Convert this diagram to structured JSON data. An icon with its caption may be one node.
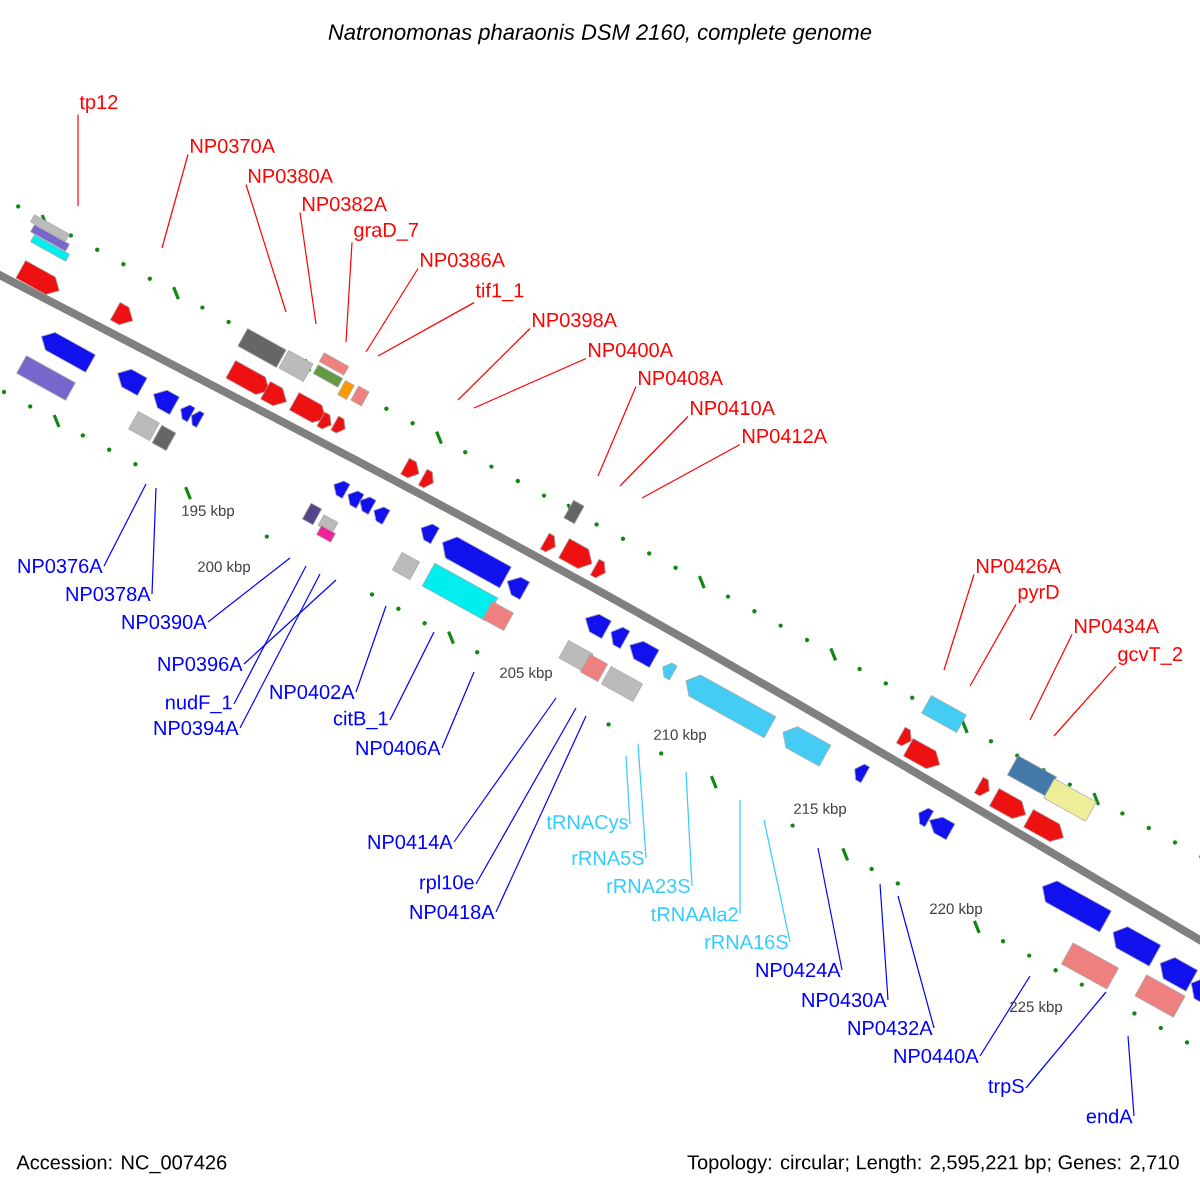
{
  "diagram": {
    "title": "Natronomonas pharaonis DSM 2160, complete genome",
    "nodes": [
      {
        "text": [
          "tp12"
        ]
      },
      {
        "text": [
          "NP0370A"
        ]
      },
      {
        "text": [
          "NP0380A"
        ]
      },
      {
        "text": [
          "NP0382A"
        ]
      },
      {
        "text": [
          "graD_7"
        ]
      },
      {
        "text": [
          "NP0386A"
        ]
      },
      {
        "text": [
          "tif1_1"
        ]
      },
      {
        "text": [
          "NP0398A"
        ]
      },
      {
        "text": [
          "NP0400A"
        ]
      },
      {
        "text": [
          "NP0408A"
        ]
      },
      {
        "text": [
          "NP0410A"
        ]
      },
      {
        "text": [
          "NP0412A"
        ]
      },
      {
        "text": [
          "NP0426A"
        ]
      },
      {
        "text": [
          "pyrD"
        ]
      },
      {
        "text": [
          "NP0434A"
        ]
      },
      {
        "text": [
          "gcvT_2"
        ]
      },
      {
        "text": [
          "NP0376A"
        ]
      },
      {
        "text": [
          "NP0378A"
        ]
      },
      {
        "text": [
          "NP0390A"
        ]
      },
      {
        "text": [
          "NP0396A"
        ]
      },
      {
        "text": [
          "nudF_1"
        ]
      },
      {
        "text": [
          "NP0394A"
        ]
      },
      {
        "text": [
          "NP0402A"
        ]
      },
      {
        "text": [
          "citB_1"
        ]
      },
      {
        "text": [
          "NP0406A"
        ]
      },
      {
        "text": [
          "NP0414A"
        ]
      },
      {
        "text": [
          "rpl10e"
        ]
      },
      {
        "text": [
          "NP0418A"
        ]
      },
      {
        "text": [
          "tRNACys"
        ]
      },
      {
        "text": [
          "rRNA5S"
        ]
      },
      {
        "text": [
          "rRNA23S"
        ]
      },
      {
        "text": [
          "tRNAAla2"
        ]
      },
      {
        "text": [
          "rRNA16S"
        ]
      },
      {
        "text": [
          "NP0424A"
        ]
      },
      {
        "text": [
          "NP0430A"
        ]
      },
      {
        "text": [
          "NP0432A"
        ]
      },
      {
        "text": [
          "NP0440A"
        ]
      },
      {
        "text": [
          "trpS"
        ]
      },
      {
        "text": [
          "endA"
        ]
      }
    ],
    "edges": [
      {
        "from": 0,
        "to": null,
        "arrow": "none",
        "color": "#ff0000"
      },
      {
        "from": 1,
        "to": null,
        "arrow": "none",
        "color": "#ff0000"
      },
      {
        "from": 2,
        "to": null,
        "arrow": "none",
        "color": "#ff0000"
      },
      {
        "from": 3,
        "to": null,
        "arrow": "none",
        "color": "#ff0000"
      },
      {
        "from": 4,
        "to": null,
        "arrow": "none",
        "color": "#ff0000"
      },
      {
        "from": 5,
        "to": null,
        "arrow": "none",
        "color": "#ff0000"
      },
      {
        "from": 6,
        "to": null,
        "arrow": "none",
        "color": "#ff0000"
      },
      {
        "from": 7,
        "to": null,
        "arrow": "none",
        "color": "#ff0000"
      },
      {
        "from": 8,
        "to": null,
        "arrow": "none",
        "color": "#ff0000"
      },
      {
        "from": 9,
        "to": null,
        "arrow": "none",
        "color": "#ff0000"
      },
      {
        "from": 10,
        "to": null,
        "arrow": "none",
        "color": "#ff0000"
      },
      {
        "from": 11,
        "to": null,
        "arrow": "none",
        "color": "#ff0000"
      },
      {
        "from": 12,
        "to": null,
        "arrow": "none",
        "color": "#ff0000"
      },
      {
        "from": 13,
        "to": null,
        "arrow": "none",
        "color": "#ff0000"
      },
      {
        "from": 14,
        "to": null,
        "arrow": "none",
        "color": "#ff0000"
      },
      {
        "from": 15,
        "to": null,
        "arrow": "none",
        "color": "#ff0000"
      },
      {
        "from": 16,
        "to": null,
        "arrow": "none"
      },
      {
        "from": 17,
        "to": null,
        "arrow": "none"
      },
      {
        "from": 18,
        "to": null,
        "arrow": "none"
      },
      {
        "from": 19,
        "to": null,
        "arrow": "none"
      },
      {
        "from": 20,
        "to": null,
        "arrow": "none"
      },
      {
        "from": 21,
        "to": null,
        "arrow": "none"
      },
      {
        "from": 22,
        "to": null,
        "arrow": "none"
      },
      {
        "from": 23,
        "to": null,
        "arrow": "none"
      },
      {
        "from": 24,
        "to": null,
        "arrow": "none"
      },
      {
        "from": 25,
        "to": null,
        "arrow": "none"
      },
      {
        "from": 26,
        "to": null,
        "arrow": "none"
      },
      {
        "from": 27,
        "to": null,
        "arrow": "none"
      },
      {
        "from": 28,
        "to": null,
        "arrow": "none",
        "color": "#33ccff"
      },
      {
        "from": 29,
        "to": null,
        "arrow": "none",
        "color": "#33ccff"
      },
      {
        "from": 30,
        "to": null,
        "arrow": "none",
        "color": "#33ccff"
      },
      {
        "from": 31,
        "to": null,
        "arrow": "none",
        "color": "#33ccff"
      },
      {
        "from": 32,
        "to": null,
        "arrow": "none",
        "color": "#33ccff"
      },
      {
        "from": 33,
        "to": null,
        "arrow": "none"
      },
      {
        "from": 34,
        "to": null,
        "arrow": "none"
      },
      {
        "from": 35,
        "to": null,
        "arrow": "none"
      },
      {
        "from": 36,
        "to": null,
        "arrow": "none"
      },
      {
        "from": 37,
        "to": null,
        "arrow": "none"
      },
      {
        "from": 38,
        "to": null,
        "arrow": "none"
      }
    ],
    "labels": [
      "195 kbp",
      "200 kbp",
      "205 kbp",
      "210 kbp",
      "215 kbp",
      "220 kbp",
      "225 kbp",
      "Accession: NC_007426",
      "Topology: circular; Length: 2,595,221 bp; Genes: 2,710"
    ]
  }
}
